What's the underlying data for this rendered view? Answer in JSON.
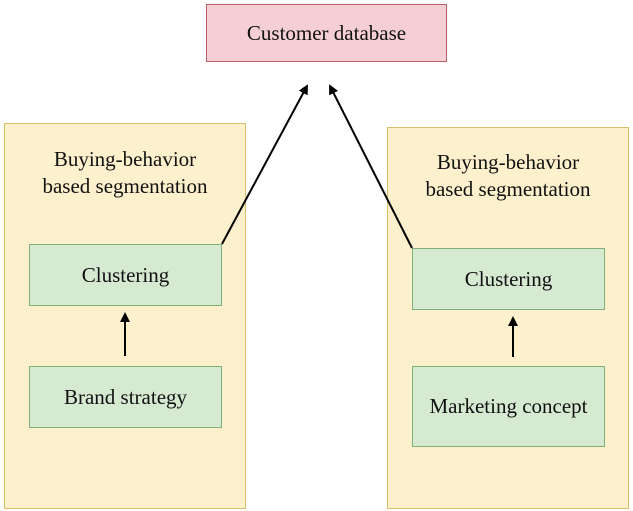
{
  "diagram": {
    "top_node": {
      "label": "Customer database"
    },
    "left_panel": {
      "title": "Buying-behavior\nbased segmentation",
      "upper_node": "Clustering",
      "lower_node": "Brand strategy"
    },
    "right_panel": {
      "title": "Buying-behavior\nbased segmentation",
      "upper_node": "Clustering",
      "lower_node": "Marketing concept"
    },
    "colors": {
      "top_fill": "#f5cfd3",
      "panel_fill": "#fdf0cc",
      "node_fill": "#d6ead2",
      "arrow": "#000000"
    }
  }
}
